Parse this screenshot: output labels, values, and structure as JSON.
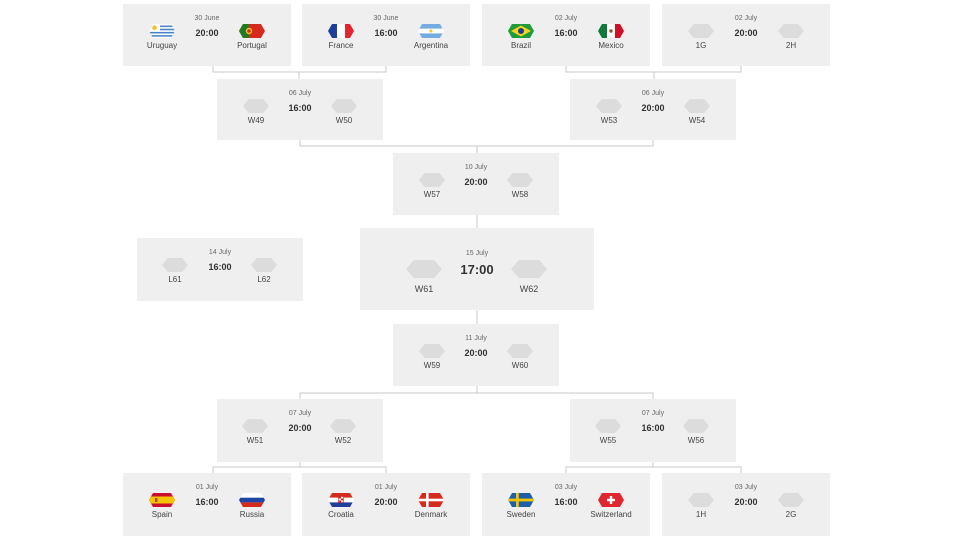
{
  "matches": [
    {
      "id": "r16-1",
      "date": "30 June",
      "time": "20:00",
      "home": {
        "name": "Uruguay",
        "flag": "uruguay"
      },
      "away": {
        "name": "Portugal",
        "flag": "portugal"
      }
    },
    {
      "id": "r16-2",
      "date": "30 June",
      "time": "16:00",
      "home": {
        "name": "France",
        "flag": "france"
      },
      "away": {
        "name": "Argentina",
        "flag": "argentina"
      }
    },
    {
      "id": "r16-3",
      "date": "02 July",
      "time": "16:00",
      "home": {
        "name": "Brazil",
        "flag": "brazil"
      },
      "away": {
        "name": "Mexico",
        "flag": "mexico"
      }
    },
    {
      "id": "r16-4",
      "date": "02 July",
      "time": "20:00",
      "home": {
        "name": "1G",
        "flag": ""
      },
      "away": {
        "name": "2H",
        "flag": ""
      }
    },
    {
      "id": "qf-1",
      "date": "06 July",
      "time": "16:00",
      "home": {
        "name": "W49",
        "flag": ""
      },
      "away": {
        "name": "W50",
        "flag": ""
      }
    },
    {
      "id": "qf-2",
      "date": "06 July",
      "time": "20:00",
      "home": {
        "name": "W53",
        "flag": ""
      },
      "away": {
        "name": "W54",
        "flag": ""
      }
    },
    {
      "id": "sf-1",
      "date": "10 July",
      "time": "20:00",
      "home": {
        "name": "W57",
        "flag": ""
      },
      "away": {
        "name": "W58",
        "flag": ""
      }
    },
    {
      "id": "third",
      "date": "14 July",
      "time": "16:00",
      "home": {
        "name": "L61",
        "flag": ""
      },
      "away": {
        "name": "L62",
        "flag": ""
      }
    },
    {
      "id": "final",
      "date": "15 July",
      "time": "17:00",
      "home": {
        "name": "W61",
        "flag": ""
      },
      "away": {
        "name": "W62",
        "flag": ""
      }
    },
    {
      "id": "sf-2",
      "date": "11 July",
      "time": "20:00",
      "home": {
        "name": "W59",
        "flag": ""
      },
      "away": {
        "name": "W60",
        "flag": ""
      }
    },
    {
      "id": "qf-3",
      "date": "07 July",
      "time": "20:00",
      "home": {
        "name": "W51",
        "flag": ""
      },
      "away": {
        "name": "W52",
        "flag": ""
      }
    },
    {
      "id": "qf-4",
      "date": "07 July",
      "time": "16:00",
      "home": {
        "name": "W55",
        "flag": ""
      },
      "away": {
        "name": "W56",
        "flag": ""
      }
    },
    {
      "id": "r16-5",
      "date": "01 July",
      "time": "16:00",
      "home": {
        "name": "Spain",
        "flag": "spain"
      },
      "away": {
        "name": "Russia",
        "flag": "russia"
      }
    },
    {
      "id": "r16-6",
      "date": "01 July",
      "time": "20:00",
      "home": {
        "name": "Croatia",
        "flag": "croatia"
      },
      "away": {
        "name": "Denmark",
        "flag": "denmark"
      }
    },
    {
      "id": "r16-7",
      "date": "03 July",
      "time": "16:00",
      "home": {
        "name": "Sweden",
        "flag": "sweden"
      },
      "away": {
        "name": "Switzerland",
        "flag": "switzerland"
      }
    },
    {
      "id": "r16-8",
      "date": "03 July",
      "time": "20:00",
      "home": {
        "name": "1H",
        "flag": ""
      },
      "away": {
        "name": "2G",
        "flag": ""
      }
    }
  ],
  "colors": {
    "card": "#efefef",
    "placeholder": "#dcdcdc",
    "connector": "#c8c8c8"
  }
}
